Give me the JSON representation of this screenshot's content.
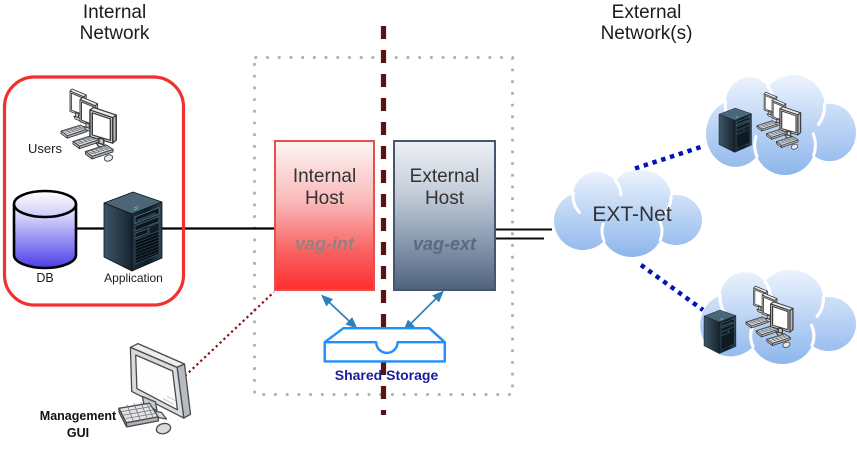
{
  "titles": {
    "internal_network": "Internal\nNetwork",
    "external_networks": "External\nNetwork(s)"
  },
  "internal_zone": {
    "users_label": "Users",
    "db_label": "DB",
    "application_label": "Application"
  },
  "management": {
    "label": "Management\nGUI"
  },
  "cluster": {
    "internal_host": {
      "title": "Internal\nHost",
      "vm_name": "vag-int"
    },
    "external_host": {
      "title": "External\nHost",
      "vm_name": "vag-ext"
    },
    "storage_label": "Shared Storage"
  },
  "external_zone": {
    "cloud_label": "EXT-Net"
  },
  "colors": {
    "boundary_red": "#f23030",
    "host_internal_border": "#e4504e",
    "host_internal_top": "#fdf3f3",
    "host_internal_bottom": "#fe2f2f",
    "host_external_border": "#45566e",
    "host_external_top": "#edf0f5",
    "host_external_bottom": "#52637d",
    "divider_maroon": "#5a1313",
    "storage_blue": "#1f8fff",
    "storage_label_navy": "#1c1c9c",
    "link_navy": "#0013b8",
    "link_darkred": "#7a1212",
    "arrow_blue": "#2e80ba",
    "cloud_top": "#ecf3fd",
    "cloud_bottom": "#8db6ec",
    "dotted_border_gray": "#adadad",
    "text_dark": "#1c1c1c",
    "host_text": "#333333",
    "vm_text_internal": "#97807f",
    "vm_text_external": "#5d6a7d"
  }
}
